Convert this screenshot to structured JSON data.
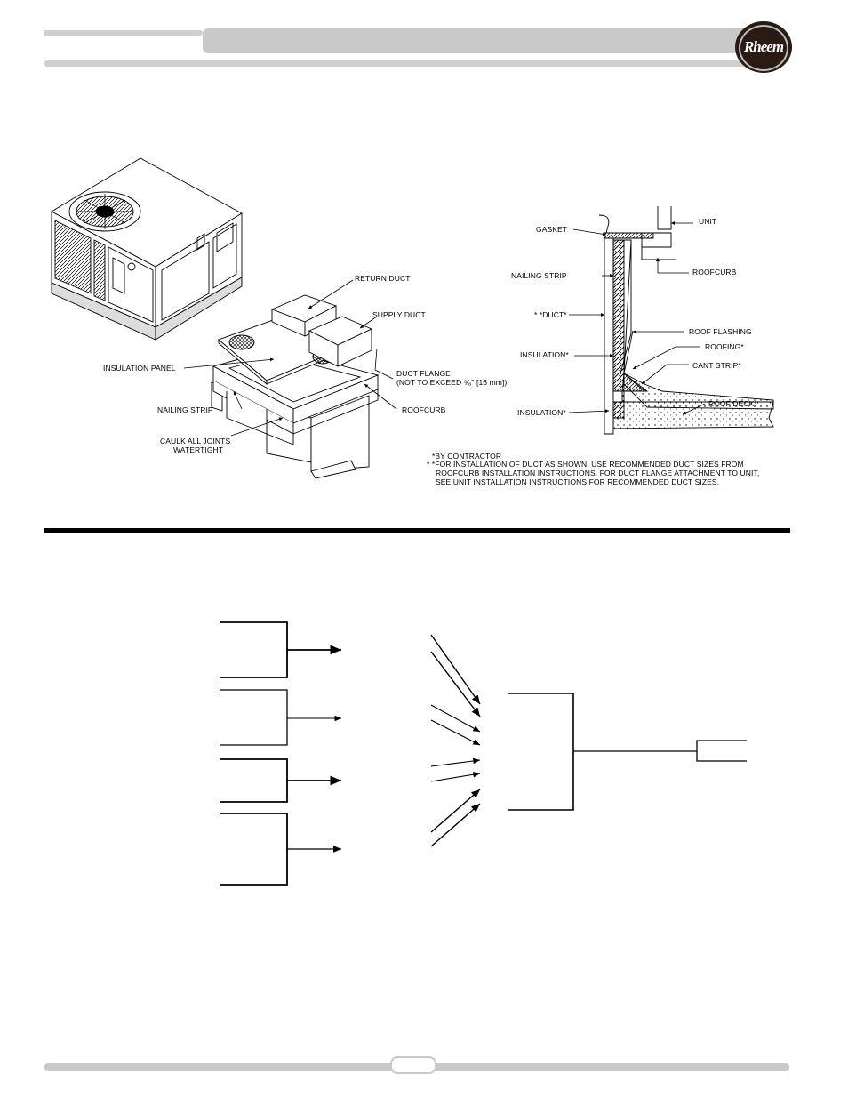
{
  "header": {
    "logo_text": "Rheem"
  },
  "figure_left": {
    "labels": {
      "return_duct": "RETURN DUCT",
      "supply_duct": "SUPPLY DUCT",
      "insulation_panel": "INSULATION PANEL",
      "duct_flange_1": "DUCT FLANGE",
      "duct_flange_2": "(NOT TO EXCEED ⁵⁄₈\" [16 mm])",
      "nailing_strip": "NAILING STRIP",
      "roofcurb": "ROOFCURB",
      "caulk_1": "CAULK ALL JOINTS",
      "caulk_2": "WATERTIGHT"
    }
  },
  "figure_right": {
    "labels": {
      "unit": "UNIT",
      "gasket": "GASKET",
      "roofcurb": "ROOFCURB",
      "nailing_strip": "NAILING STRIP",
      "duct": "* *DUCT*",
      "roof_flashing": "ROOF FLASHING",
      "roofing": "ROOFING*",
      "insulation_1": "INSULATION*",
      "cant_strip": "CANT STRIP*",
      "roof_deck": "ROOF DECK*",
      "insulation_2": "INSULATION*"
    },
    "notes": [
      "*BY CONTRACTOR",
      "* *FOR INSTALLATION OF DUCT AS SHOWN, USE RECOMMENDED DUCT SIZES FROM",
      "ROOFCURB INSTALLATION INSTRUCTIONS. FOR DUCT FLANGE ATTACHMENT TO UNIT,",
      "SEE UNIT INSTALLATION INSTRUCTIONS FOR RECOMMENDED DUCT SIZES."
    ]
  },
  "colors": {
    "header_bar": "#c9c9c9",
    "logo_red": "#c8102e",
    "logo_dark": "#2a1a14",
    "rule": "#000000"
  }
}
